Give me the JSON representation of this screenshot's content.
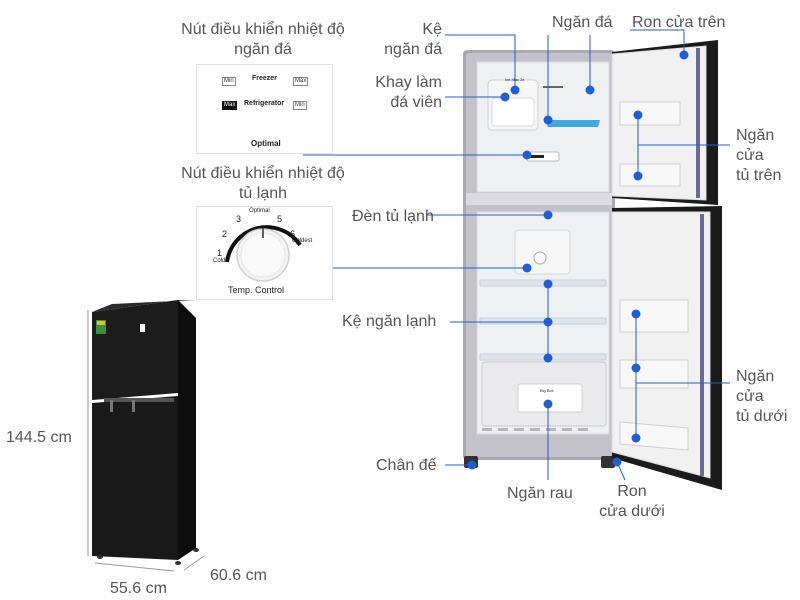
{
  "labels": {
    "freezer_control": "Nút điều khiển nhiệt độ\nngăn đá",
    "shelf_freezer": "Kệ\nngăn đá",
    "freezer": "Ngăn đá",
    "top_gasket": "Ron cửa trên",
    "ice_tray": "Khay làm\nđá viên",
    "top_door_compartment": "Ngăn\ncửa\ntủ trên",
    "fridge_control": "Nút điều khiển nhiệt độ\ntủ lạnh",
    "light": "Đèn tủ lạnh",
    "fridge_shelf": "Kệ ngăn lạnh",
    "bottom_door_compartment": "Ngăn\ncửa\ntủ dưới",
    "base": "Chân đế",
    "vegetable": "Ngăn rau",
    "bottom_gasket": "Ron\ncửa dưới"
  },
  "freezer_panel": {
    "min": "Min",
    "freezer": "Freezer",
    "max": "Max",
    "max2": "Max",
    "refrigerator": "Refrigerator",
    "min2": "Min",
    "optimal": "Optimal"
  },
  "fridge_panel": {
    "n1": "1",
    "n2": "2",
    "n3": "3",
    "n5": "5",
    "n6": "6",
    "cold": "Cold",
    "optimal": "Optimal",
    "coldest": "Coldest",
    "temp_control": "Temp. Control"
  },
  "dimensions": {
    "height": "144.5 cm",
    "width": "55.6 cm",
    "depth": "60.6 cm"
  },
  "fridge_text": {
    "ice_max": "Ice Max 2x",
    "big_box": "Big Box"
  },
  "colors": {
    "accent": "#1f5fd6",
    "fridge_body": "#111111",
    "door_black": "#1b1b1b",
    "frame_gray": "#a9a9b0"
  }
}
